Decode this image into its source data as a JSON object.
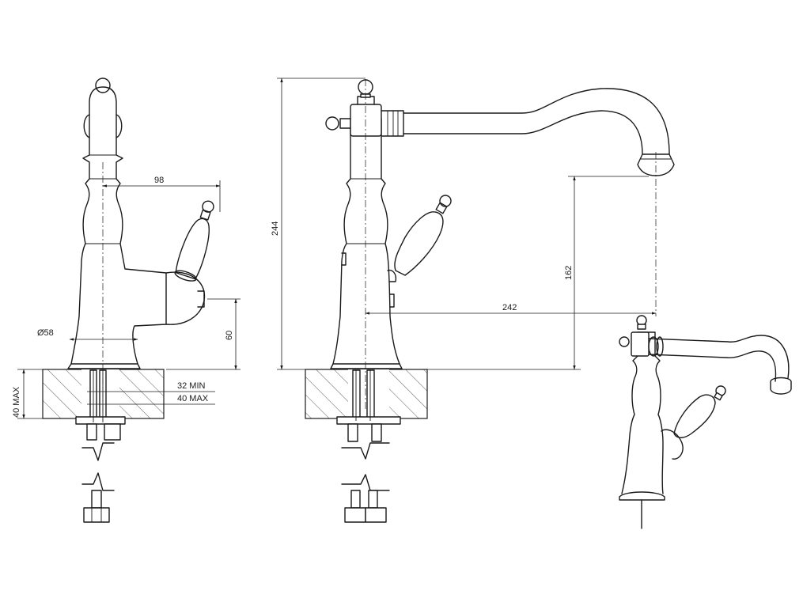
{
  "dimensions": {
    "side_lever_reach": "98",
    "spout_base_diameter": "Ø58",
    "lever_axis_height": "60",
    "deck_thickness_label": "40 MAX",
    "deck_min": "32 MIN",
    "deck_max": "40 MAX",
    "overall_height": "244",
    "spout_clearance": "162",
    "spout_reach": "242"
  }
}
